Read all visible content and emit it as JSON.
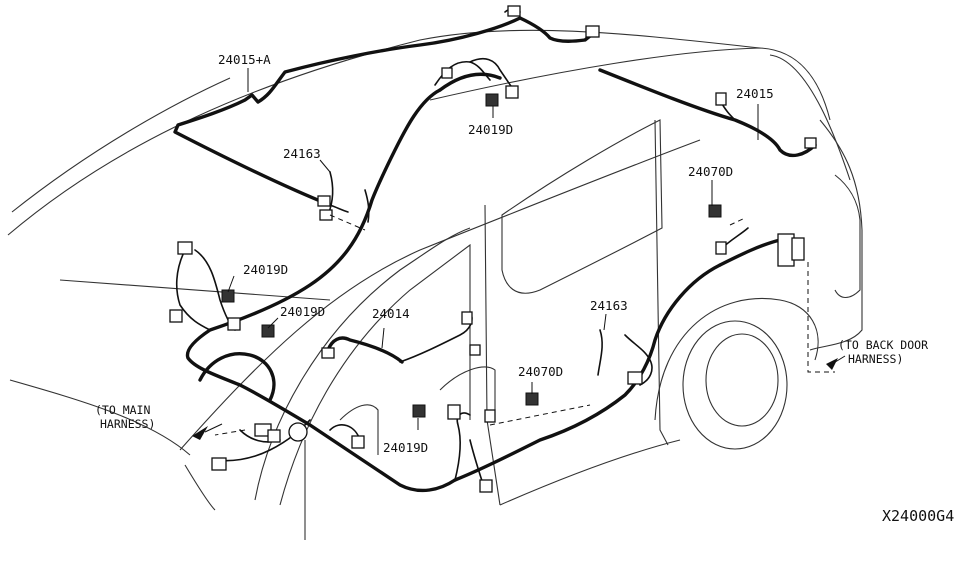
{
  "labels": {
    "p_24015a": "24015+A",
    "p_24015": "24015",
    "p_24163_top": "24163",
    "p_24163_right": "24163",
    "p_24019d_top": "24019D",
    "p_24019d_left1": "24019D",
    "p_24019d_left2": "24019D",
    "p_24019d_bottom": "24019D",
    "p_24014": "24014",
    "p_24070d_top": "24070D",
    "p_24070d_mid": "24070D"
  },
  "notes": {
    "main_harness_line1": "(TO MAIN",
    "main_harness_line2": "HARNESS)",
    "back_door_line1": "(TO BACK DOOR",
    "back_door_line2": "HARNESS)"
  },
  "diagram_code": "X24000G4",
  "icons": [
    "arrow-icon",
    "connector-icon",
    "grommet-icon",
    "clip-icon"
  ]
}
